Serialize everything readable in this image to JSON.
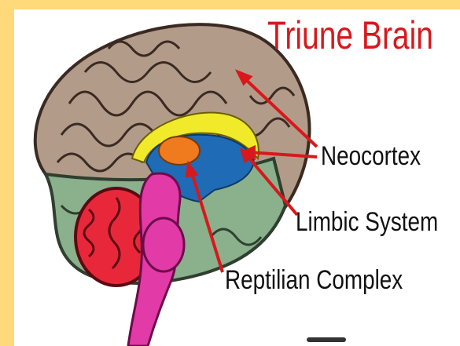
{
  "title": "Triune Brain",
  "labels": {
    "neocortex": "Neocortex",
    "limbic": "Limbic System",
    "reptilian": "Reptilian Complex"
  },
  "colors": {
    "outer_background": "#ffd97a",
    "title": "#d8181c",
    "neocortex": "#b39b8a",
    "lower_cortex": "#8ab08c",
    "limbic_yellow": "#f1ea2a",
    "limbic_blue": "#1f6bb5",
    "limbic_orange": "#f07a1e",
    "cerebellum": "#e8283a",
    "brainstem": "#e23aa6",
    "arrow": "#d8181c"
  }
}
